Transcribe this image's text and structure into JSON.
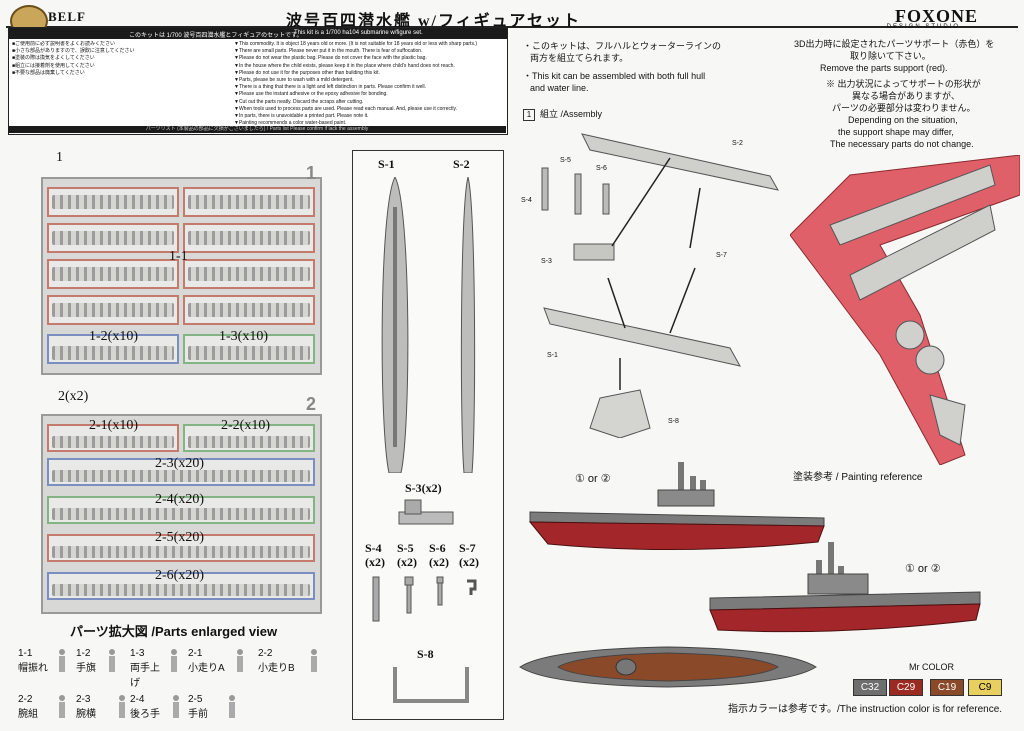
{
  "header": {
    "brand": "BELF",
    "title": "波号百四潜水艦 w/フィギュアセット",
    "logo_brand": "FOXONE",
    "logo_sub": "DESIGN STUDIO"
  },
  "notice": {
    "top_bar_jp": "このキットは 1/700 波号百四潜水艦とフィギュアのセットです。",
    "top_bar_en": "This kit is a 1/700  ha104 submarine w/figure set.",
    "jp_lines": [
      "■ご使用前に必ず説明書をよくお読みください",
      "■小さな部品がありますので、誤飲に注意してください",
      "■塗装の際は換気をよくしてください",
      "■組立には接着剤を使用してください",
      "■不要な部品は廃棄してください"
    ],
    "en_lines": [
      "▼This commodity. It is object 18 years old or more. (It is not suitable for 18 years old or less with sharp parts.)",
      "▼There are small parts. Please never put it in the mouth. There is fear of suffocation.",
      "▼Please do not wear the plastic bag. Please do not cover the face with the plastic bag.",
      "▼In the house where the child exists, please keep it in the place where child's hand does not reach.",
      "▼Please do not use it for the purposes other than building this kit.",
      "▼Parts, please be sure to wash with a mild detergent.",
      "▼There is a thing that there is a light and left distinction in parts. Please confirm it well.",
      "▼Please use the instant adhesive or the epoxy adhesive for bonding.",
      "▼Cut out the parts neatly. Discard the scraps after cutting.",
      "▼When tools used to process parts are used. Please read each manual. And, please use it correctly.",
      "▼In parts, there is unavoidable a printed part. Please note it.",
      "▼Painting recommends a color water-based paint."
    ],
    "parts_bar": "パーツリスト (本製品の部品に欠損がございましたら) / Parts list  Please confirm if lack the assembly"
  },
  "sprue1": {
    "label": "1",
    "corner": "1",
    "center": "1-1",
    "a": "1-2(x10)",
    "b": "1-3(x10)"
  },
  "sprue2": {
    "label": "2(x2)",
    "corner": "2",
    "r1a": "2-1(x10)",
    "r1b": "2-2(x10)",
    "r2": "2-3(x20)",
    "r3": "2-4(x20)",
    "r4": "2-5(x20)",
    "r5": "2-6(x20)"
  },
  "enlarged": {
    "title": "パーツ拡大図 /Parts enlarged view",
    "items": [
      {
        "id": "1-1",
        "name": "帽振れ"
      },
      {
        "id": "1-2",
        "name": "手旗"
      },
      {
        "id": "1-3",
        "name": "両手上げ"
      },
      {
        "id": "2-1",
        "name": "小走りA"
      },
      {
        "id": "2-2",
        "name": "小走りB"
      },
      {
        "id": "2-2",
        "name": "腕組"
      },
      {
        "id": "2-3",
        "name": "腕横"
      },
      {
        "id": "2-4",
        "name": "後ろ手"
      },
      {
        "id": "2-5",
        "name": "手前"
      }
    ]
  },
  "resin": {
    "s1": "S-1",
    "s2": "S-2",
    "s3": "S-3(x2)",
    "s4": "S-4",
    "s5": "S-5",
    "s6": "S-6",
    "s7": "S-7",
    "x2": "(x2)",
    "s8": "S-8"
  },
  "info": {
    "jp1": "・このキットは、フルハルとウォーターラインの",
    "jp2": "両方を組立てられます。",
    "en1": "・This kit can be assembled with both full hull",
    "en2": "and water line.",
    "assembly": "組立 /Assembly",
    "step": "1"
  },
  "support": {
    "l1": "3D出力時に設定されたパーツサポート（赤色）を",
    "l2": "取り除いて下さい。",
    "l3": "Remove the parts support (red).",
    "l4": "※ 出力状況によってサポートの形状が",
    "l5": "異なる場合がありますが、",
    "l6": "パーツの必要部分は変わりません。",
    "l7": "Depending on the situation,",
    "l8": "the support shape may differ,",
    "l9": "The necessary parts do not change."
  },
  "assembly_tags": {
    "s2": "S-2",
    "s5": "S-5",
    "s6": "S-6",
    "s4": "S-4",
    "s3": "S-3",
    "s7": "S-7",
    "s1": "S-1",
    "s8": "S-8"
  },
  "painting": {
    "title": "塗装参考 / Painting reference",
    "callout": "① or ②",
    "footer": "指示カラーは参考です。/The instruction color is for reference.",
    "mr_color": "Mr COLOR",
    "swatches": [
      {
        "code": "C32",
        "bg": "#6e6e6e",
        "fg": "#ffffff"
      },
      {
        "code": "C29",
        "bg": "#9b2a22",
        "fg": "#ffffff"
      },
      {
        "code": "C19",
        "bg": "#8a4a2a",
        "fg": "#ffffff"
      },
      {
        "code": "C9",
        "bg": "#e8d060",
        "fg": "#000000"
      }
    ]
  }
}
